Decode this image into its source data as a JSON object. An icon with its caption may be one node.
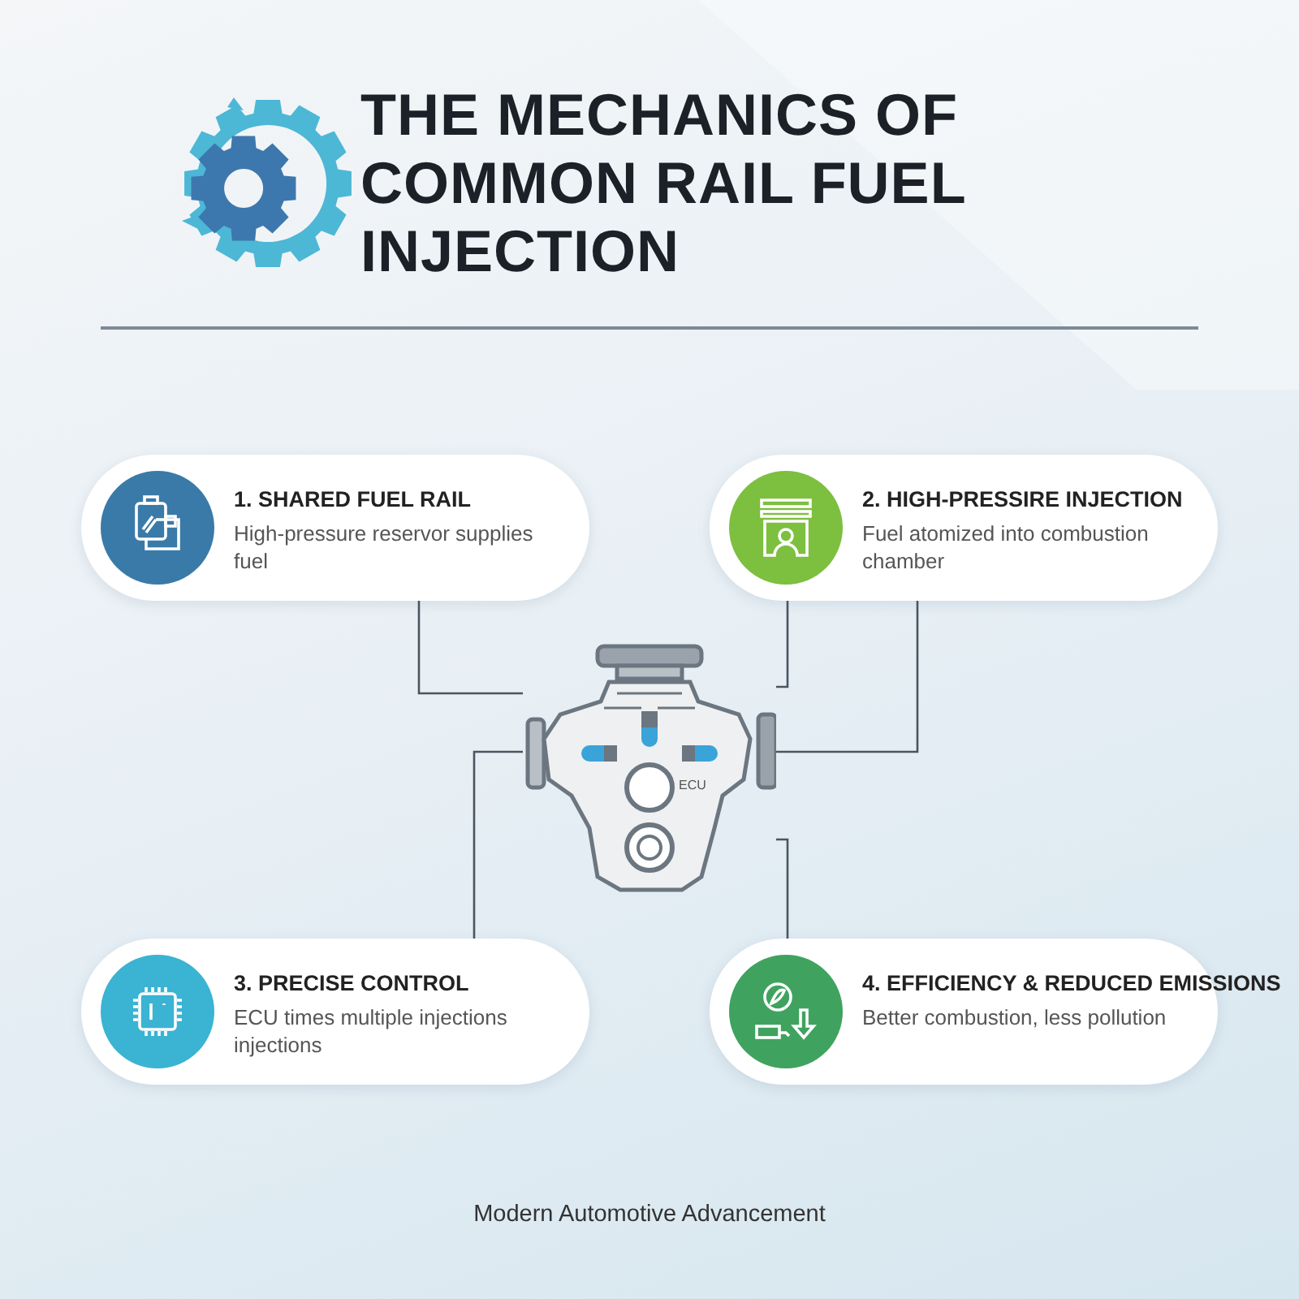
{
  "diagram": {
    "title": "THE MECHANICS OF COMMON RAIL FUEL INJECTION",
    "caption": "Modern Automotive Advancement",
    "nodes": [
      {
        "text": [
          "1. SHARED FUEL RAIL",
          "High-pressure reservor supplies fuel"
        ]
      },
      {
        "text": [
          "2. HIGH-PRESSIRE INJECTION",
          "Fuel atomized into combustion chamber"
        ]
      },
      {
        "text": [
          "3. PRECISE CONTROL",
          "ECU times multiple injections injections"
        ]
      },
      {
        "text": [
          "4. EFFICIENCY & REDUCED EMISSIONS",
          "Better combustion, less pollution"
        ]
      },
      {
        "text": [],
        "shape": "picture"
      }
    ],
    "edges": [
      {
        "from": 0,
        "to": 4,
        "arrow": "none"
      },
      {
        "from": 1,
        "to": 4,
        "arrow": "none"
      },
      {
        "from": 1,
        "to": 4,
        "arrow": "none"
      },
      {
        "from": 2,
        "to": 4,
        "arrow": "none"
      },
      {
        "from": 3,
        "to": 4,
        "arrow": "none"
      }
    ],
    "labels": [
      "ECU"
    ]
  }
}
